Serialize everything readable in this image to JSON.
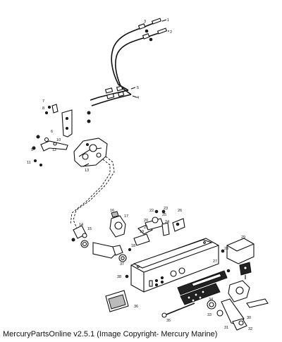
{
  "caption": "MercuryPartsOnline v2.5.1 (Image Copyright- Mercury Marine)",
  "callouts": [
    "1",
    "2",
    "3",
    "4",
    "5",
    "6",
    "7",
    "8",
    "9",
    "10",
    "11",
    "12",
    "13",
    "14",
    "15",
    "16",
    "17",
    "18",
    "19",
    "20",
    "21",
    "22",
    "23",
    "24",
    "25",
    "26",
    "27",
    "28",
    "29",
    "30",
    "31",
    "32",
    "33",
    "34",
    "35",
    "36",
    "37",
    "38"
  ],
  "colors": {
    "line": "#111111",
    "background": "#ffffff"
  }
}
